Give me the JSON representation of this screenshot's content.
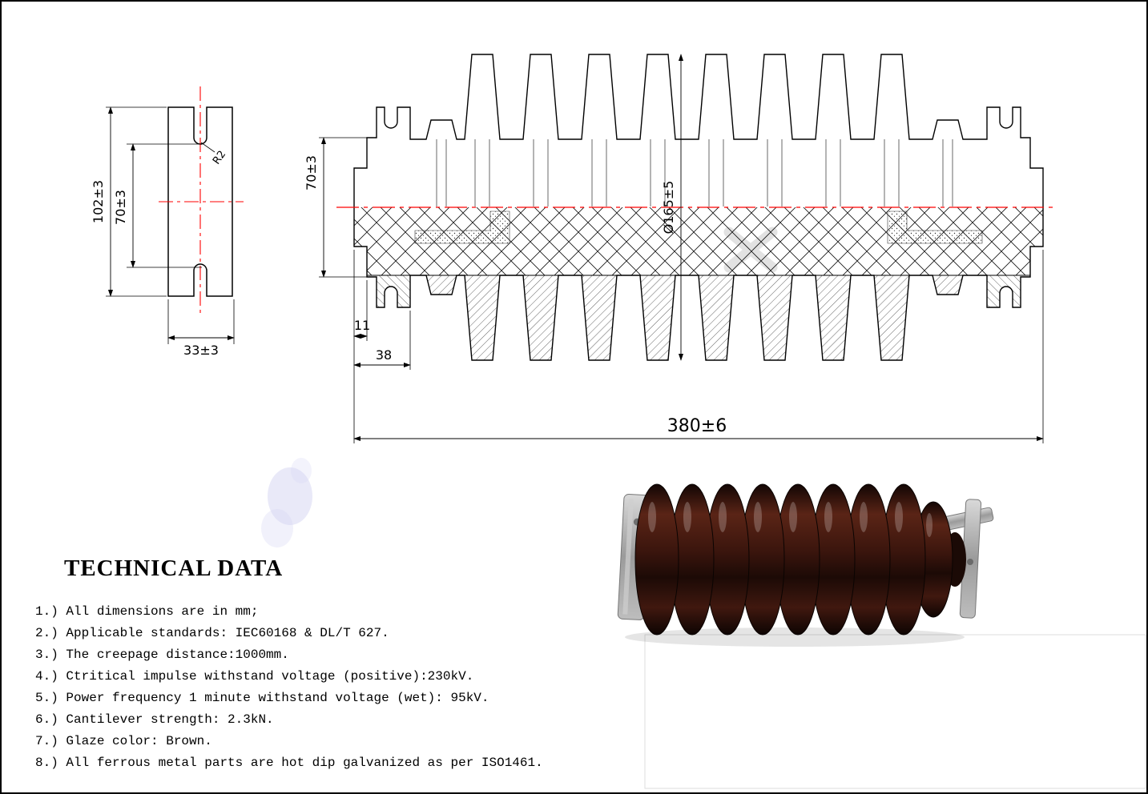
{
  "drawing": {
    "left_view": {
      "dim_outer_height": "102±3",
      "dim_inner_height": "70±3",
      "dim_width": "33±3",
      "dim_radius": "R2"
    },
    "main_view": {
      "dim_shank_diameter": "70±3",
      "dim_shed_diameter": "Ø165±5",
      "dim_groove": "11",
      "dim_cap_length": "38",
      "dim_total_length": "380±6"
    }
  },
  "technical_data": {
    "title": "TECHNICAL DATA",
    "notes": [
      "1.) All dimensions are in mm;",
      "2.) Applicable standards: IEC60168 & DL/T 627.",
      "3.) The creepage distance:1000mm.",
      "4.) Ctritical impulse withstand voltage (positive):230kV.",
      "5.) Power frequency 1 minute withstand voltage (wet): 95kV.",
      "6.) Cantilever strength: 2.3kN.",
      "7.) Glaze color: Brown.",
      "8.) All ferrous metal parts are hot dip galvanized as per ISO1461."
    ]
  },
  "colors": {
    "centerline": "#ff0000",
    "line": "#000000",
    "glaze": "#3a150d",
    "metal": "#9b9b9b"
  }
}
